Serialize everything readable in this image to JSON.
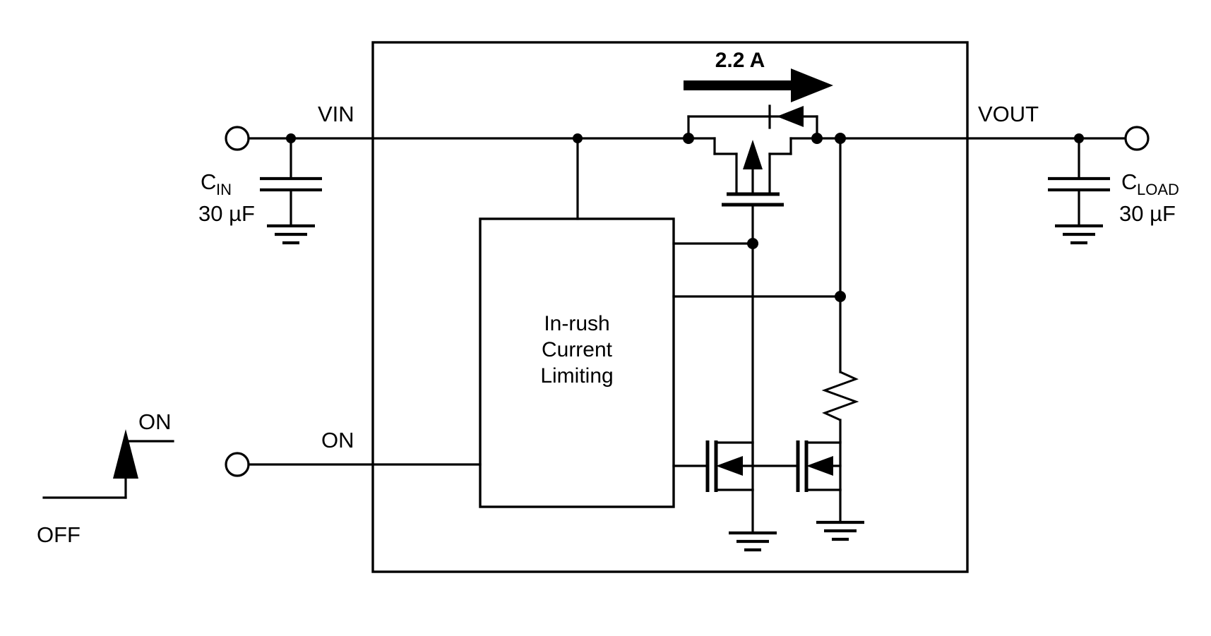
{
  "diagram": {
    "title": "In-rush current limiting load switch schematic",
    "background_color": "#ffffff",
    "line_color": "#000000"
  },
  "labels": {
    "vin": "VIN",
    "vout": "VOUT",
    "on_pin": "ON",
    "current_value": "2.2 A",
    "cin_name": "C",
    "cin_sub": "IN",
    "cin_value": "30 µF",
    "cload_name": "C",
    "cload_sub": "LOAD",
    "cload_value": "30 µF",
    "block_line1": "In-rush",
    "block_line2": "Current",
    "block_line3": "Limiting",
    "waveform_on": "ON",
    "waveform_off": "OFF"
  },
  "components": {
    "input_terminal": "vin-terminal",
    "output_terminal": "vout-terminal",
    "on_terminal": "on-terminal",
    "input_capacitor": "cin-capacitor",
    "output_capacitor": "cload-capacitor",
    "pass_fet": "pmos-pass-transistor",
    "body_diode": "body-diode",
    "nmos_left": "nmos-gate-driver",
    "nmos_right": "nmos-discharge",
    "pull_resistor": "gate-pull-resistor",
    "control_block": "in-rush-current-limiting-block",
    "current_arrow": "current-flow-arrow",
    "on_waveform": "on-off-step-waveform"
  }
}
